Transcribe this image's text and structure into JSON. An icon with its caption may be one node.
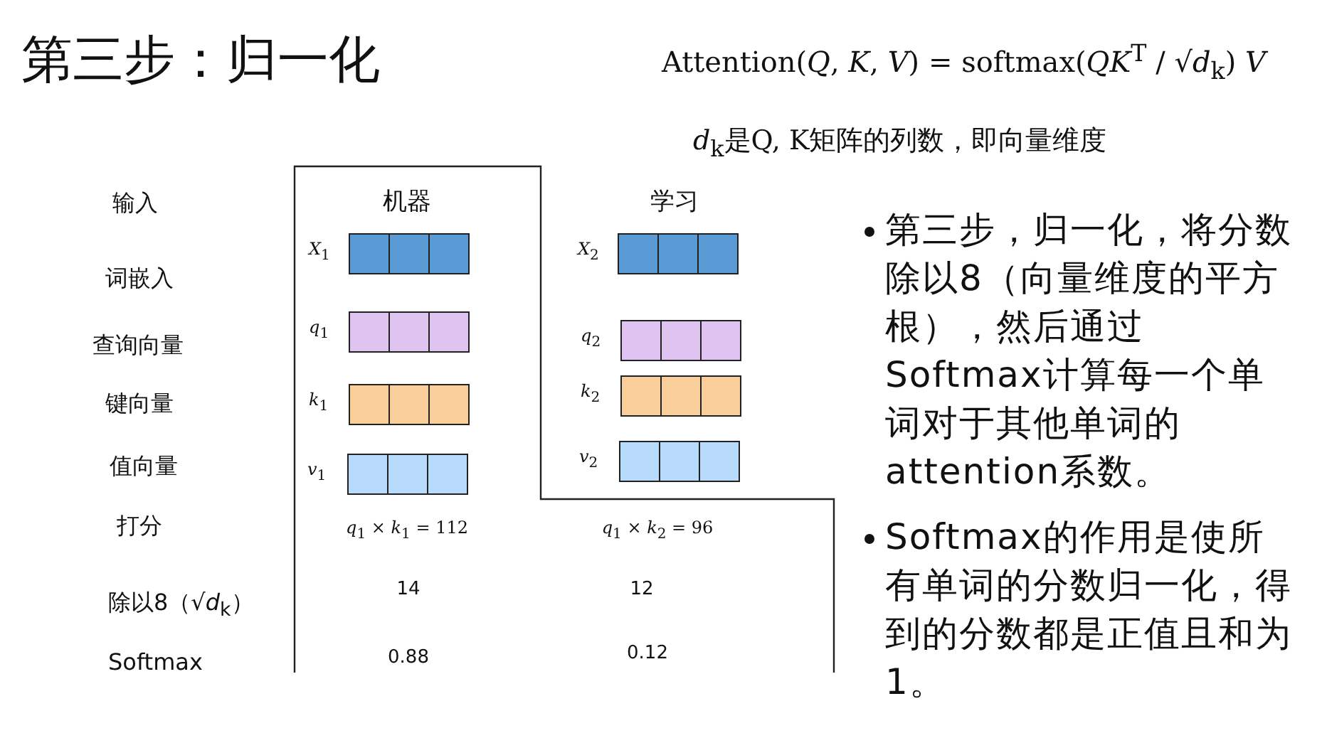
{
  "diagram": {
    "title": "第三步：归一化",
    "nodes": [
      {
        "text": [],
        "shape": "bar",
        "beside": [
          "*X*$_{1}$"
        ]
      },
      {
        "text": [],
        "shape": "bar",
        "beside": [
          "*X*$_{2}$"
        ]
      },
      {
        "text": [],
        "shape": "bar",
        "beside": [
          "*q*$_{1}$"
        ]
      },
      {
        "text": [],
        "shape": "bar",
        "beside": [
          "*q*$_{2}$"
        ]
      },
      {
        "text": [],
        "shape": "bar",
        "beside": [
          "*k*$_{1}$"
        ]
      },
      {
        "text": [],
        "shape": "bar",
        "beside": [
          "*k*$_{2}$"
        ]
      },
      {
        "text": [],
        "shape": "bar",
        "beside": [
          "*v*$_{1}$"
        ]
      },
      {
        "text": [],
        "shape": "bar",
        "beside": [
          "*v*$_{2}$"
        ]
      }
    ],
    "edges": [],
    "labels": [
      "Attention(*Q*, *K*, *V*) = softmax(*QK*$^{T}$ / √*d*$_{k}$) *V*",
      "*d*$_{k}$是Q, K矩阵的列数，即向量维度",
      "输入",
      "机器",
      "学习",
      "词嵌入",
      "查询向量",
      "键向量",
      "值向量",
      "打分",
      "*q*$_{1}$ × *k*$_{1}$ = 112",
      "*q*$_{1}$ × *k*$_{2}$ = 96",
      "除以8（√*d*$_{k}$）",
      "14",
      "12",
      "Softmax",
      "0.88",
      "0.12",
      "第三步，归一化，将分数除以8（向量维度的平方根），然后通过Softmax计算每一个单词对于其他单词的attention系数。",
      "Softmax的作用是使所有单词的分数归一化，得到的分数都是正值且和为1。"
    ]
  }
}
